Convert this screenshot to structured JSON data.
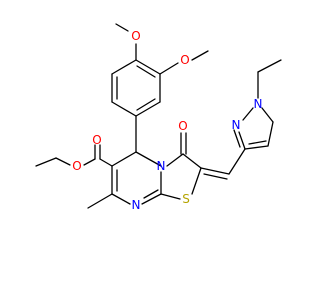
{
  "molecule": {
    "colors": {
      "carbon": "#000000",
      "oxygen": "#ff0000",
      "nitrogen": "#0000ff",
      "sulfur": "#b5a400"
    },
    "atom_labels": {
      "o_methoxy_top": "O",
      "o_methoxy_right": "O",
      "o_ester_carbonyl": "O",
      "o_ester_ether": "O",
      "o_thiazole_carbonyl": "O",
      "n_ring_fused": "N",
      "n_ring_imine": "N",
      "s_thiazole": "S",
      "n_pyrazole_1": "N",
      "n_pyrazole_2": "N"
    }
  }
}
